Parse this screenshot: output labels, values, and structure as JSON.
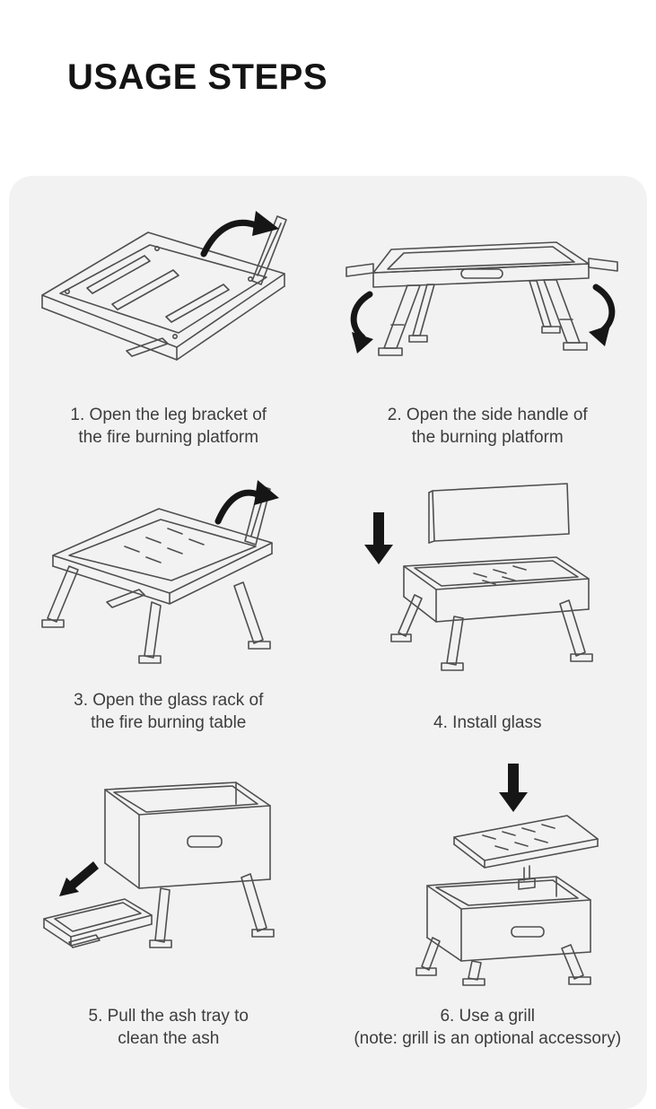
{
  "page": {
    "title": "USAGE STEPS"
  },
  "colors": {
    "background": "#ffffff",
    "card": "#f2f2f2",
    "heading": "#141414",
    "caption": "#3d3d3d",
    "line_art": "#4f4f4f",
    "arrow": "#161616"
  },
  "steps": [
    {
      "lines": [
        "1. Open the leg bracket of",
        "the fire burning platform"
      ],
      "illustration": "folded-platform-leg-bracket"
    },
    {
      "lines": [
        "2. Open the side handle of",
        "the burning platform"
      ],
      "illustration": "platform-side-handles"
    },
    {
      "lines": [
        "3. Open the glass rack of",
        "the fire burning table"
      ],
      "illustration": "platform-glass-rack"
    },
    {
      "lines": [
        "4. Install glass",
        ""
      ],
      "illustration": "install-glass-panel"
    },
    {
      "lines": [
        "5. Pull the ash tray to",
        "clean the ash"
      ],
      "illustration": "pull-ash-tray"
    },
    {
      "lines": [
        "6. Use a grill",
        "(note: grill is an optional accessory)"
      ],
      "illustration": "grill-on-top"
    }
  ]
}
